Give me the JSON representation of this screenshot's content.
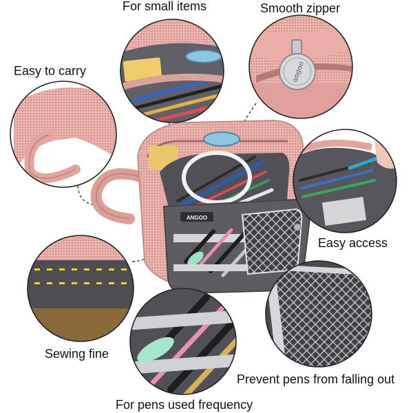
{
  "labels": {
    "small_items": "For small items",
    "smooth_zipper": "Smooth zipper",
    "easy_carry": "Easy to carry",
    "easy_access": "Easy access",
    "sewing_fine": "Sewing fine",
    "prevent_falling": "Prevent pens from falling out",
    "pens_frequency": "For pens used frequency"
  },
  "product": {
    "brand_tag": "ANGOO",
    "zipper_pull_text": "angoo"
  },
  "colors": {
    "fabric_pink": "#e5a9a2",
    "fabric_pink_dark": "#c98a84",
    "interior_gray": "#5e5e62",
    "lining_light": "#d9d9dc",
    "stitch_yellow": "#f2d22e",
    "connector": "#333333"
  }
}
